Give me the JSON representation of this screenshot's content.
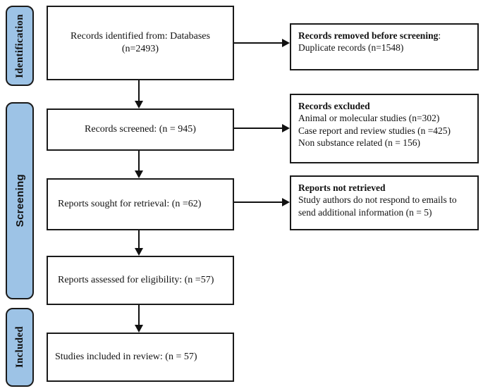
{
  "colors": {
    "stage_fill": "#9dc3e6",
    "stage_border": "#1a1a1a",
    "box_border": "#1a1a1a",
    "arrow": "#111111",
    "background": "#ffffff"
  },
  "stages": {
    "identification": "Identification",
    "screening": "Screening",
    "included": "Included"
  },
  "flow": {
    "box1": {
      "line1": "Records identified from: Databases",
      "line2": "(n=2493)"
    },
    "box2": {
      "text": "Records screened: (n = 945)"
    },
    "box3": {
      "text": "Reports sought for retrieval: (n =62)"
    },
    "box4": {
      "text": "Reports assessed for eligibility: (n =57)"
    },
    "box5": {
      "text": "Studies included in review: (n = 57)"
    }
  },
  "side": {
    "box1": {
      "title": "Records removed before screening",
      "colon": ":",
      "body": "Duplicate records (n=1548)"
    },
    "box2": {
      "title": "Records excluded",
      "line1": "Animal or molecular studies (n=302)",
      "line2": "Case report and review studies (n =425)",
      "line3": "Non substance related (n = 156)"
    },
    "box3": {
      "title": "Reports not retrieved",
      "body": "Study authors do not respond to emails to send additional information (n = 5)"
    }
  }
}
